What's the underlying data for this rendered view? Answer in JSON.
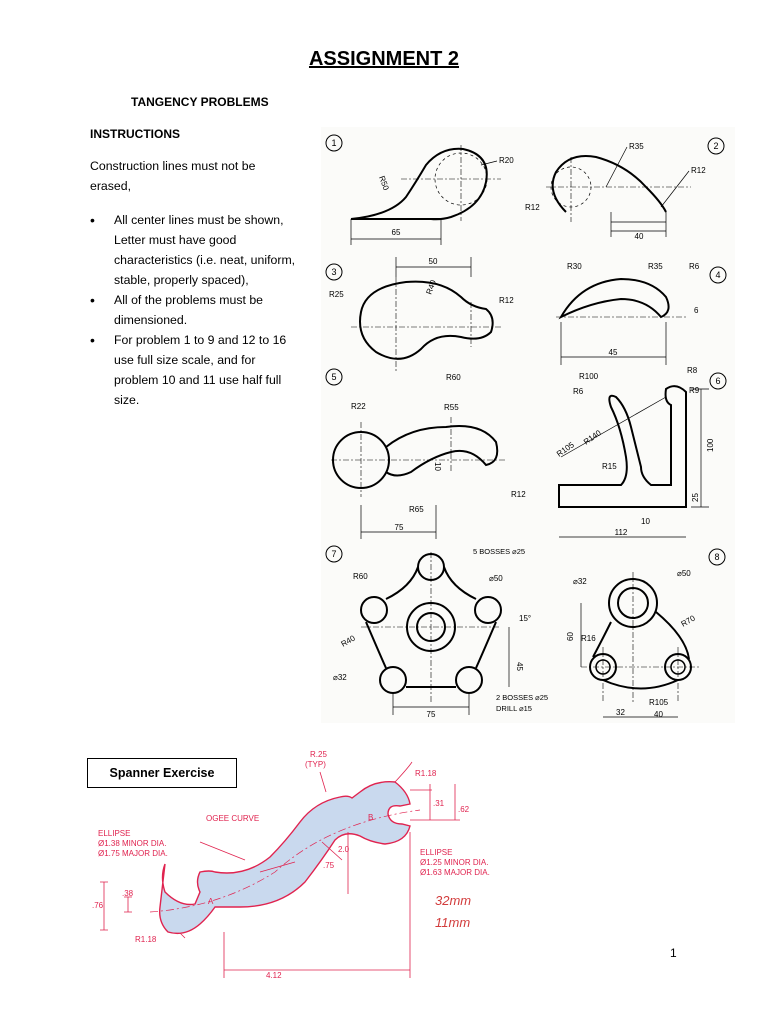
{
  "page": {
    "title": "ASSIGNMENT 2",
    "subtitle": "TANGENCY PROBLEMS",
    "instructions_heading": "INSTRUCTIONS",
    "intro": "Construction lines must not be erased,",
    "bullets": [
      "All center lines must be shown, Letter must have good characteristics (i.e. neat, uniform, stable, properly spaced),",
      "All of the problems must be dimensioned.",
      "For problem 1 to 9 and 12 to 16 use full size scale, and for problem 10 and 11 use half full size."
    ],
    "page_number": "1"
  },
  "problems_sheet": {
    "p1": {
      "num": "1",
      "labels": [
        "R50",
        "R20",
        "65"
      ]
    },
    "p2": {
      "num": "2",
      "labels": [
        "R35",
        "R12",
        "R12",
        "40"
      ]
    },
    "p3": {
      "num": "3",
      "labels": [
        "R25",
        "50",
        "R40",
        "R12",
        "R60"
      ]
    },
    "p4": {
      "num": "4",
      "labels": [
        "R30",
        "R35",
        "R6",
        "6",
        "45"
      ]
    },
    "p5": {
      "num": "5",
      "labels": [
        "R22",
        "R55",
        "10",
        "R65",
        "R12",
        "75"
      ]
    },
    "p6": {
      "num": "6",
      "labels": [
        "R100",
        "R8",
        "R6",
        "R9",
        "R105",
        "R140",
        "R15",
        "100",
        "25",
        "10",
        "112"
      ]
    },
    "p7": {
      "num": "7",
      "labels": [
        "5 BOSSES ⌀25",
        "R60",
        "⌀50",
        "15°",
        "R40",
        "⌀32",
        "45",
        "75"
      ]
    },
    "p8": {
      "num": "8",
      "labels": [
        "⌀32",
        "⌀50",
        "R70",
        "60",
        "R16",
        "2 BOSSES ⌀25",
        "DRILL ⌀15",
        "R105",
        "32",
        "40"
      ]
    }
  },
  "spanner": {
    "box_label": "Spanner Exercise",
    "labels": {
      "r25": "R.25",
      "typ": "(TYP)",
      "r118_top": "R1.18",
      "d31": ".31",
      "d62": ".62",
      "ogee": "OGEE CURVE",
      "ellipse_left_1": "ELLIPSE",
      "ellipse_left_2": "Ø1.38 MINOR DIA.",
      "ellipse_left_3": "Ø1.75 MAJOR DIA.",
      "d20": "2.0",
      "d75": ".75",
      "ellipse_right_1": "ELLIPSE",
      "ellipse_right_2": "Ø1.25 MINOR DIA.",
      "ellipse_right_3": "Ø1.63 MAJOR DIA.",
      "d38": ".38",
      "d76": ".76",
      "point_a": "A",
      "point_b": "B",
      "r118_bottom": "R1.18",
      "d412": "4.12",
      "hand_1": "32mm",
      "hand_2": "11mm"
    },
    "colors": {
      "line": "#e0234f",
      "fill": "#c9d9ee",
      "handwriting": "#d23c3c"
    }
  }
}
